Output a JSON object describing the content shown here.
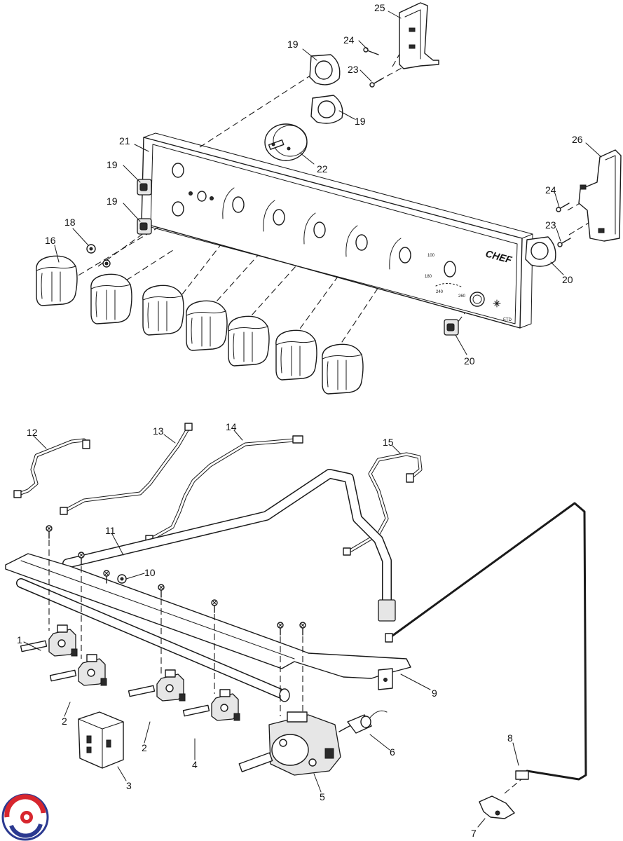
{
  "panel": {
    "brand": "CHEF",
    "model": "ETD"
  },
  "dial_marks": {
    "low": "100",
    "mid": "180",
    "high_a": "240",
    "high_b": "260"
  },
  "callouts": {
    "c1": "1",
    "c2a": "2",
    "c2b": "2",
    "c3": "3",
    "c4": "4",
    "c5": "5",
    "c6": "6",
    "c7": "7",
    "c8": "8",
    "c9": "9",
    "c10": "10",
    "c11": "11",
    "c12": "12",
    "c13": "13",
    "c14": "14",
    "c15": "15",
    "c16": "16",
    "c18": "18",
    "c19a": "19",
    "c19b": "19",
    "c19c": "19",
    "c19d": "19",
    "c20a": "20",
    "c20b": "20",
    "c21": "21",
    "c22": "22",
    "c23a": "23",
    "c23b": "23",
    "c24a": "24",
    "c24b": "24",
    "c25": "25",
    "c26": "26"
  },
  "colors": {
    "line": "#1a1a1a",
    "logo_red": "#d7262e",
    "logo_blue": "#2b3990",
    "part_fill": "#e6e6e6"
  }
}
